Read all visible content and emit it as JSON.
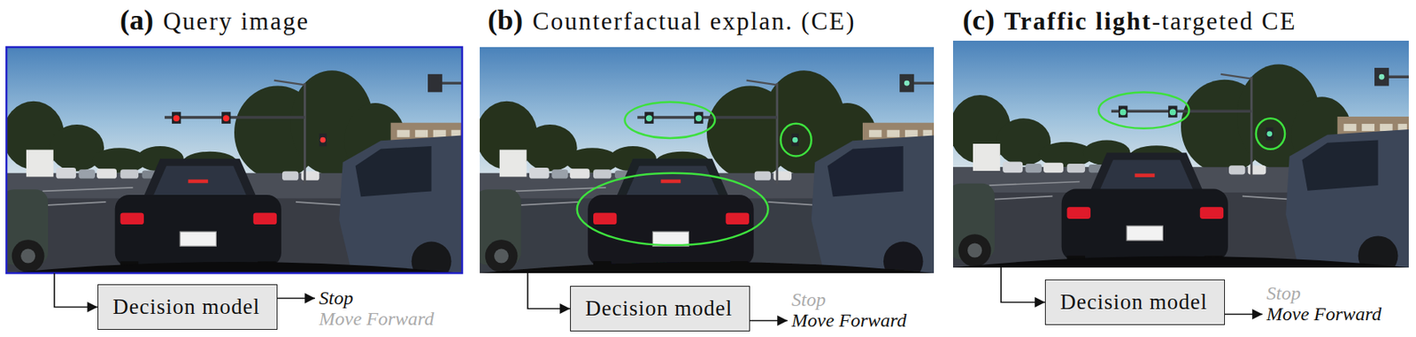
{
  "diagram": {
    "nodes": [
      {
        "text": [
          "(a)",
          "Query image"
        ]
      },
      {
        "text": [
          "Decision model"
        ]
      },
      {
        "text": [
          "(b)",
          "Counterfactual explan. (CE)"
        ]
      },
      {
        "text": [
          "Decision model"
        ]
      },
      {
        "text": [
          "(c)",
          "Traffic light",
          "-targeted CE"
        ]
      },
      {
        "text": [
          "Decision model"
        ]
      }
    ],
    "edges": [
      {
        "from": 0,
        "to": 1,
        "arrow": "to"
      },
      {
        "from": 2,
        "to": 3,
        "arrow": "to"
      },
      {
        "from": 4,
        "to": 5,
        "arrow": "to"
      }
    ],
    "labels": [
      "Stop",
      "Move Forward",
      "Stop",
      "Move Forward",
      "Stop",
      "Move Forward"
    ]
  }
}
